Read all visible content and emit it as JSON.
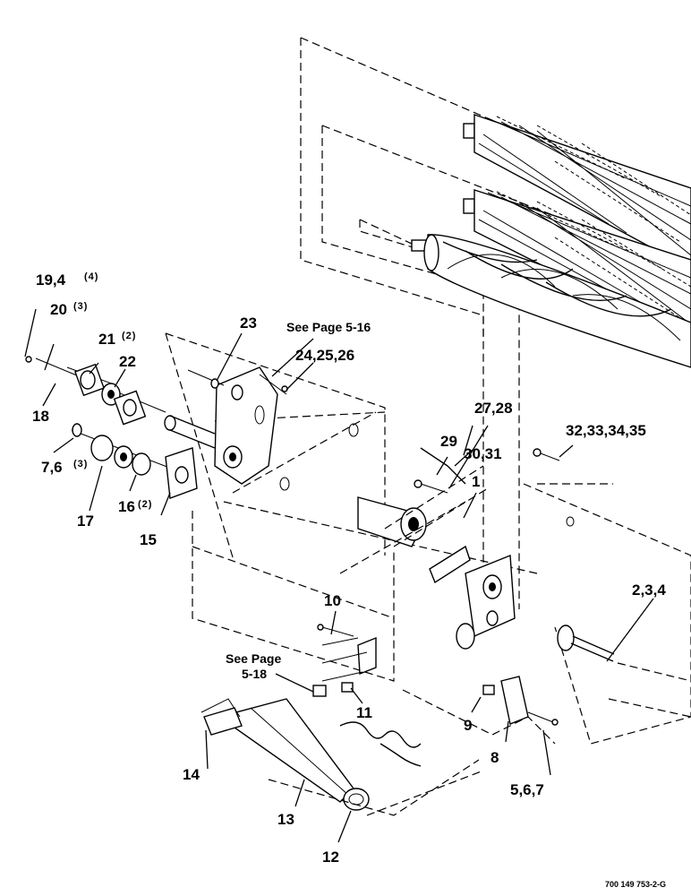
{
  "callouts": {
    "c1": "1",
    "c2_3_4": "2,3,4",
    "c5_6_7": "5,6,7",
    "c7_6": "7,6",
    "c7_6_qty": "(3)",
    "c8": "8",
    "c9": "9",
    "c10": "10",
    "c11": "11",
    "c12": "12",
    "c13": "13",
    "c14": "14",
    "c15": "15",
    "c16": "16",
    "c16_qty": "(2)",
    "c17": "17",
    "c18": "18",
    "c19_4": "19,4",
    "c19_4_qty": "(4)",
    "c20": "20",
    "c20_qty": "(3)",
    "c21": "21",
    "c21_qty": "(2)",
    "c22": "22",
    "c23": "23",
    "c24_25_26": "24,25,26",
    "c27_28": "27,28",
    "c29": "29",
    "c30_31": "30,31",
    "c32_35": "32,33,34,35"
  },
  "references": {
    "see_page_5_16": "See Page 5-16",
    "see_page_5_18_line1": "See Page",
    "see_page_5_18_line2": "5-18"
  },
  "drawing_number": "700 149 753-2-G"
}
